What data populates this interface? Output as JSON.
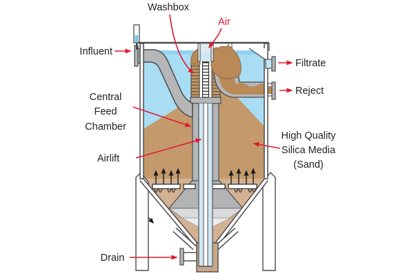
{
  "diagram": {
    "type": "continuous-backwash-sand-filter-cutaway",
    "labels": {
      "washbox": "Washbox",
      "air": "Air",
      "influent": "Influent",
      "filtrate": "Filtrate",
      "reject": "Reject",
      "central_feed_chamber": [
        "Central",
        "Feed",
        "Chamber"
      ],
      "airlift": "Airlift",
      "silica_media": [
        "High Quality",
        "Silica Media",
        "(Sand)"
      ],
      "drain": "Drain"
    },
    "colors": {
      "label_red": "#e1182f",
      "text_dark": "#231f20",
      "water_blue": "#a8ddf4",
      "water_surface": "#92d3ef",
      "sand_body": "#c49a6c",
      "sand_cone": "#d3b192",
      "sand_dirty": "#b98a58",
      "pipe_gray": "#b5b6b8",
      "funnel_gray": "#b2b3b5",
      "funnel_light": "#d9dadc",
      "tube_blue": "#cfe7f2",
      "outline": "#4b4b4d"
    }
  }
}
